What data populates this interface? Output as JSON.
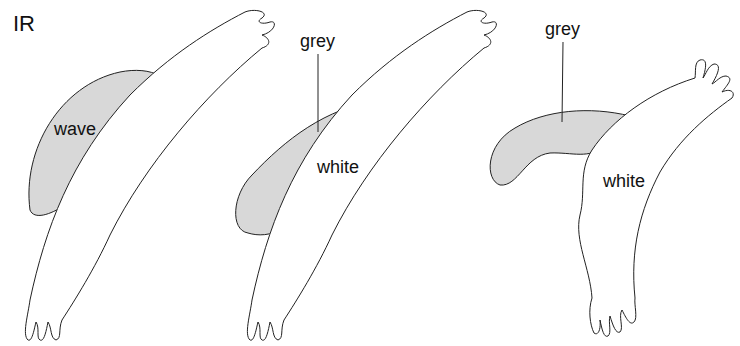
{
  "diagram": {
    "nodes": [
      {
        "text": [
          "wave"
        ]
      },
      {
        "text": [
          "white"
        ]
      },
      {
        "text": [
          "white"
        ]
      }
    ],
    "labels": [
      "IR",
      "grey",
      "grey"
    ]
  }
}
